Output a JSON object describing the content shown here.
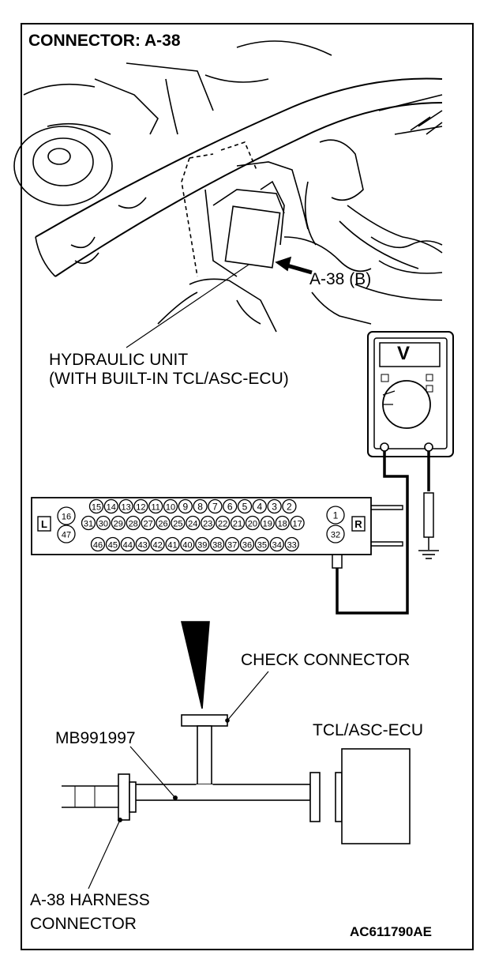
{
  "title": "CONNECTOR: A-38",
  "labels": {
    "a38b": "A-38 (B)",
    "hydraulic_line1": "HYDRAULIC UNIT",
    "hydraulic_line2": "(WITH BUILT-IN TCL/ASC-ECU)",
    "meter_unit": "V",
    "check_connector": "CHECK CONNECTOR",
    "tool": "MB991997",
    "ecu": "TCL/ASC-ECU",
    "harness_line1": "A-38 HARNESS",
    "harness_line2": "CONNECTOR",
    "figure_code": "AC611790AE"
  },
  "connector": {
    "left_side": "L",
    "right_side": "R",
    "row1": [
      "15",
      "14",
      "13",
      "12",
      "11",
      "10",
      "9",
      "8",
      "7",
      "6",
      "5",
      "4",
      "3",
      "2"
    ],
    "row2": [
      "31",
      "30",
      "29",
      "28",
      "27",
      "26",
      "25",
      "24",
      "23",
      "22",
      "21",
      "20",
      "19",
      "18",
      "17"
    ],
    "row3": [
      "46",
      "45",
      "44",
      "43",
      "42",
      "41",
      "40",
      "39",
      "38",
      "37",
      "36",
      "35",
      "34",
      "33"
    ],
    "left_top": "16",
    "left_bottom": "47",
    "right_top": "1",
    "right_bottom": "32"
  }
}
